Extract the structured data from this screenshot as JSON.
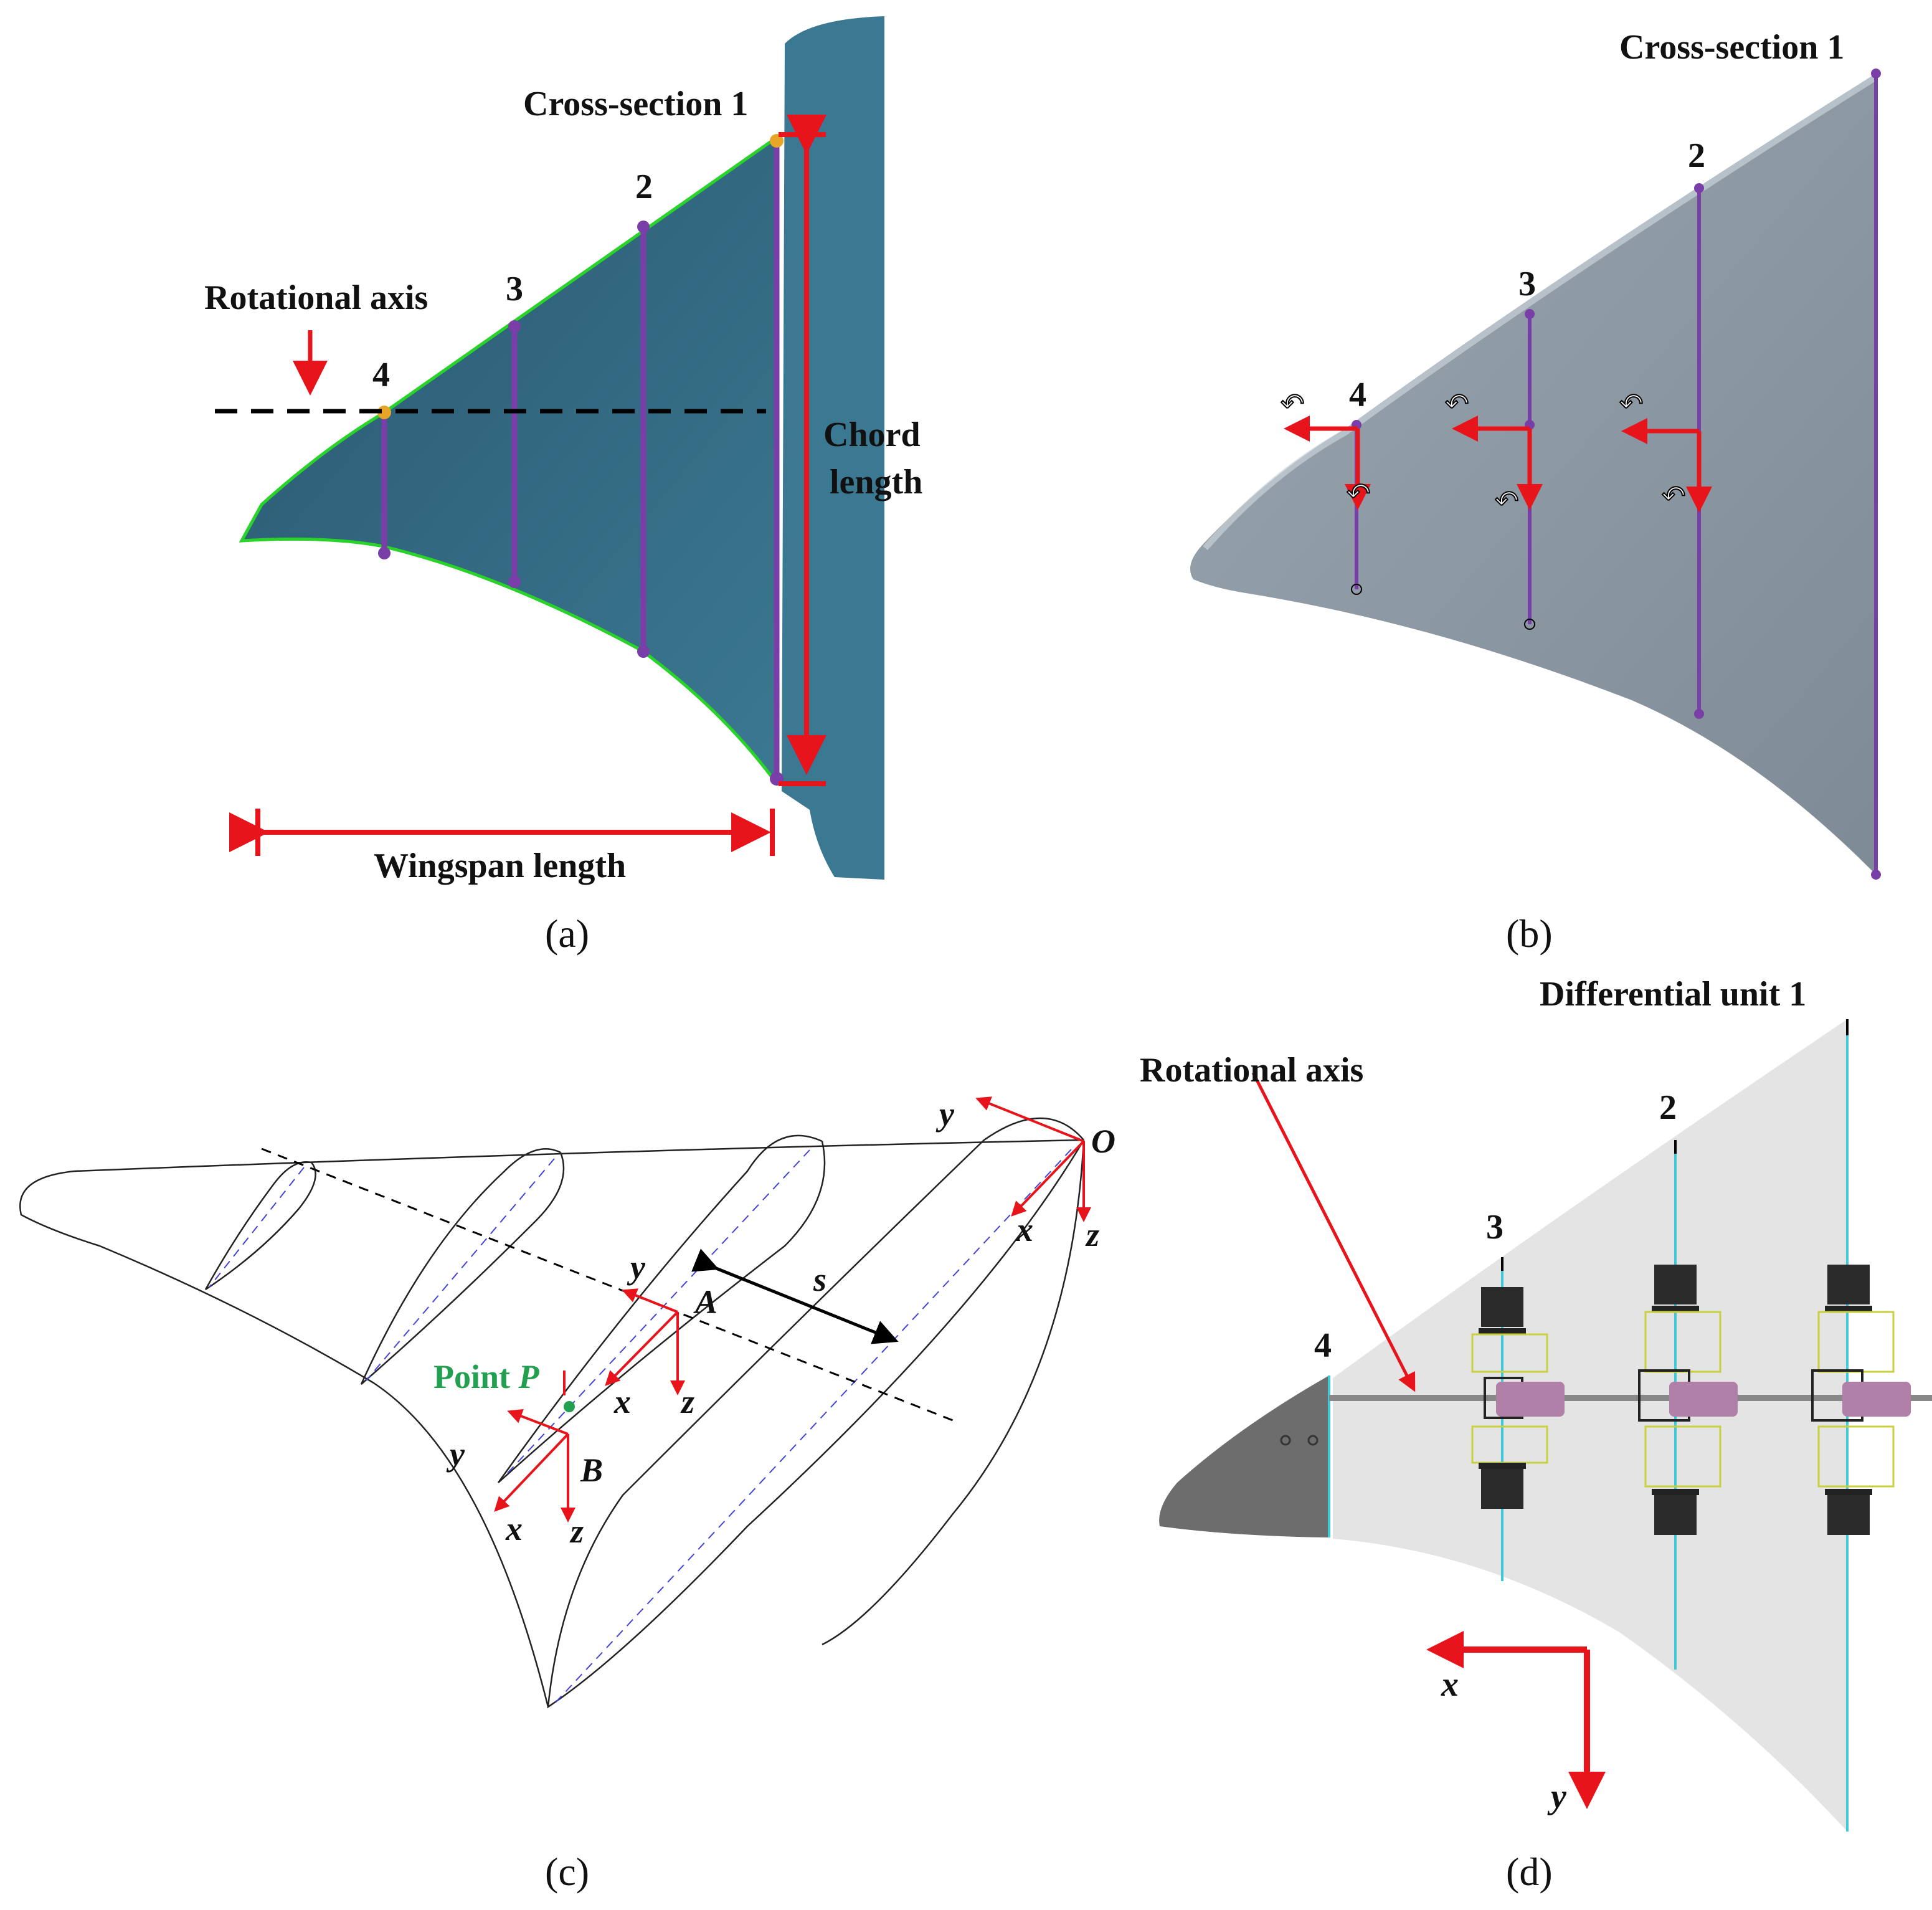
{
  "panel_a": {
    "cross_section_label": "Cross-section 1",
    "num2": "2",
    "num3": "3",
    "num4": "4",
    "rotational_axis": "Rotational axis",
    "chord_line1": "Chord",
    "chord_line2": "length",
    "wingspan": "Wingspan length",
    "caption": "(a)"
  },
  "panel_b": {
    "cross_section_label": "Cross-section 1",
    "num2": "2",
    "num3": "3",
    "num4": "4",
    "caption": "(b)"
  },
  "panel_c": {
    "y_o": "y",
    "x_o": "x",
    "z_o": "z",
    "O": "O",
    "y_a": "y",
    "x_a": "x",
    "z_a": "z",
    "A": "A",
    "s": "s",
    "point_p_prefix": "Point ",
    "P": "P",
    "y_b": "y",
    "x_b": "x",
    "z_b": "z",
    "B": "B",
    "caption": "(c)"
  },
  "panel_d": {
    "differential_unit": "Differential unit 1",
    "rotational_axis": "Rotational axis",
    "num2": "2",
    "num3": "3",
    "num4": "4",
    "x": "x",
    "y": "y",
    "caption": "(d)"
  },
  "colors": {
    "wing_teal": "#33687f",
    "wing_gray": "#8e9aa5",
    "purple": "#7a3ea8",
    "red": "#e8141c",
    "green_outline": "#2ad32a",
    "point_green": "#22a050",
    "cyan": "#3fc8d8"
  }
}
